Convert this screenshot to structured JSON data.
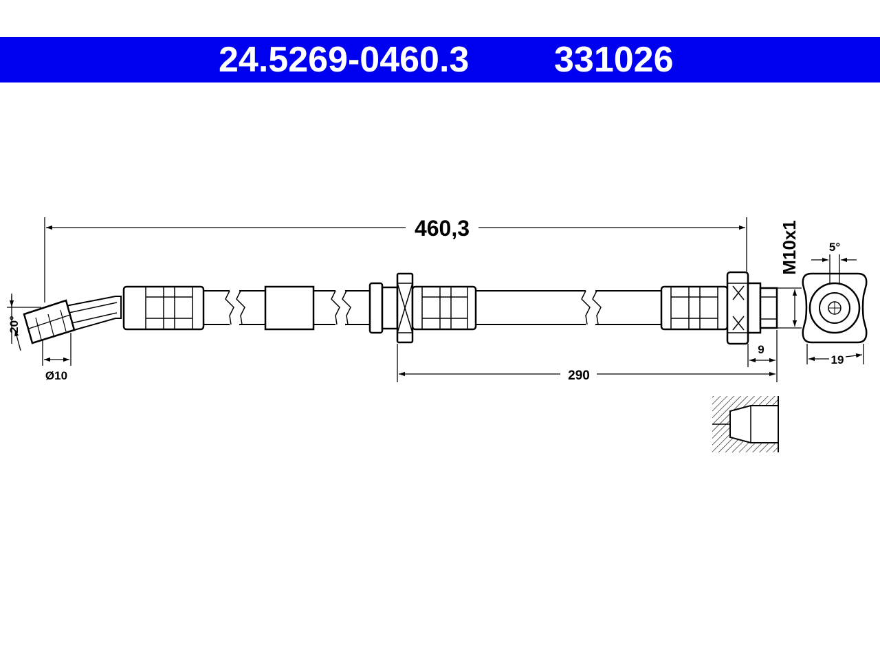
{
  "header": {
    "part_number": "24.5269-0460.3",
    "ref_number": "331026",
    "background_color": "#0000f0",
    "text_color": "#ffffff"
  },
  "dimensions": {
    "total_length": "460,3",
    "partial_length": "290",
    "thread": "M10x1",
    "angle_top": "5°",
    "angle_left": "20°",
    "diameter": "Ø10",
    "width_9": "9",
    "width_19": "19"
  }
}
